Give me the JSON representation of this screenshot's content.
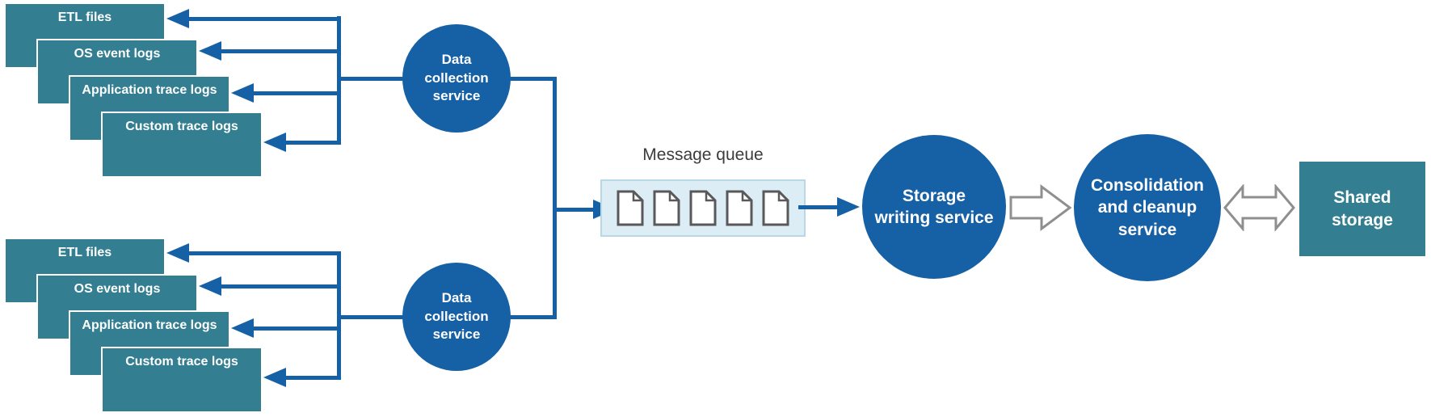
{
  "diagram": {
    "log_stacks": {
      "top": [
        "ETL files",
        "OS event logs",
        "Application trace logs",
        "Custom trace logs"
      ],
      "bottom": [
        "ETL files",
        "OS event logs",
        "Application trace logs",
        "Custom trace logs"
      ]
    },
    "collectors": {
      "top_label": "Data\ncollection\nservice",
      "bottom_label": "Data\ncollection\nservice"
    },
    "queue": {
      "title": "Message queue",
      "document_count": 5
    },
    "storage_writing_label": "Storage\nwriting service",
    "consolidation_label": "Consolidation\nand cleanup\nservice",
    "shared_storage_label": "Shared\nstorage"
  },
  "icons": {
    "document": "document-icon",
    "hollow_arrow_right": "hollow-arrow-right-icon",
    "hollow_arrow_double": "hollow-arrow-double-icon",
    "blue_arrow": "arrow-head-icon"
  },
  "colors": {
    "teal": "#337F91",
    "blue": "#1660A5",
    "queue_fill": "#DCEDF5",
    "queue_border": "#B7D9E5",
    "doc_border": "#595959",
    "hollow_border": "#8F8F8F",
    "label_text": "#3C3C3C"
  }
}
